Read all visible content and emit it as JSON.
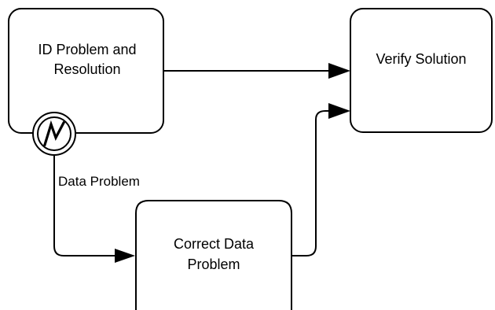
{
  "diagram": {
    "tasks": {
      "id_problem": {
        "line1": "ID Problem and",
        "line2": "Resolution"
      },
      "verify": {
        "line1": "Verify Solution"
      },
      "correct": {
        "line1": "Correct Data",
        "line2": "Problem"
      }
    },
    "boundary_event": {
      "icon": "lightning-icon"
    },
    "flows": {
      "data_problem_label": "Data Problem"
    }
  }
}
